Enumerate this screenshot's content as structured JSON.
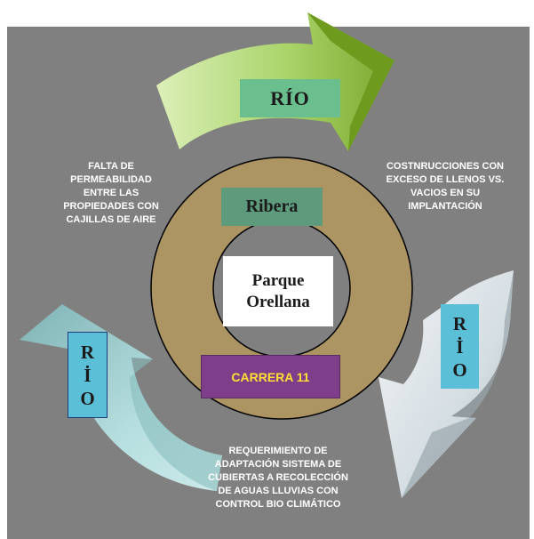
{
  "colors": {
    "background": "#808080",
    "ring": "#ac9563",
    "inner_circle": "#808080",
    "top_arrow_light": "#b8dc80",
    "top_arrow_dark": "#6e9a1e",
    "left_arrow": "#9ecfcf",
    "right_arrow": "#d4dde2",
    "label_box_top": "#6bbf8e",
    "label_box_sides": "#5bbfd8",
    "ribera_box": "#5e9b7d",
    "carrera_box": "#7f3e8a",
    "carrera_text": "#ffe033"
  },
  "diagram": {
    "top_arrow_label": "RÍO",
    "left_arrow_label": [
      "R",
      "İ",
      "O"
    ],
    "right_arrow_label": [
      "R",
      "İ",
      "O"
    ],
    "ring_label": "Ribera",
    "center_label": "Parque Orellana",
    "road_label": "CARRERA 11",
    "annotation_left": "FALTA DE PERMEABILIDAD ENTRE LAS PROPIEDADES CON CAJILLAS DE AIRE",
    "annotation_right": "COSTNRUCCIONES CON EXCESO DE LLENOS VS. VACIOS EN SU IMPLANTACIÓN",
    "annotation_bottom": "REQUERIMIENTO DE ADAPTACIÓN SISTEMA DE CUBIERTAS A RECOLECCIÓN DE AGUAS LLUVIAS CON CONTROL BIO CLIMÁTICO"
  }
}
